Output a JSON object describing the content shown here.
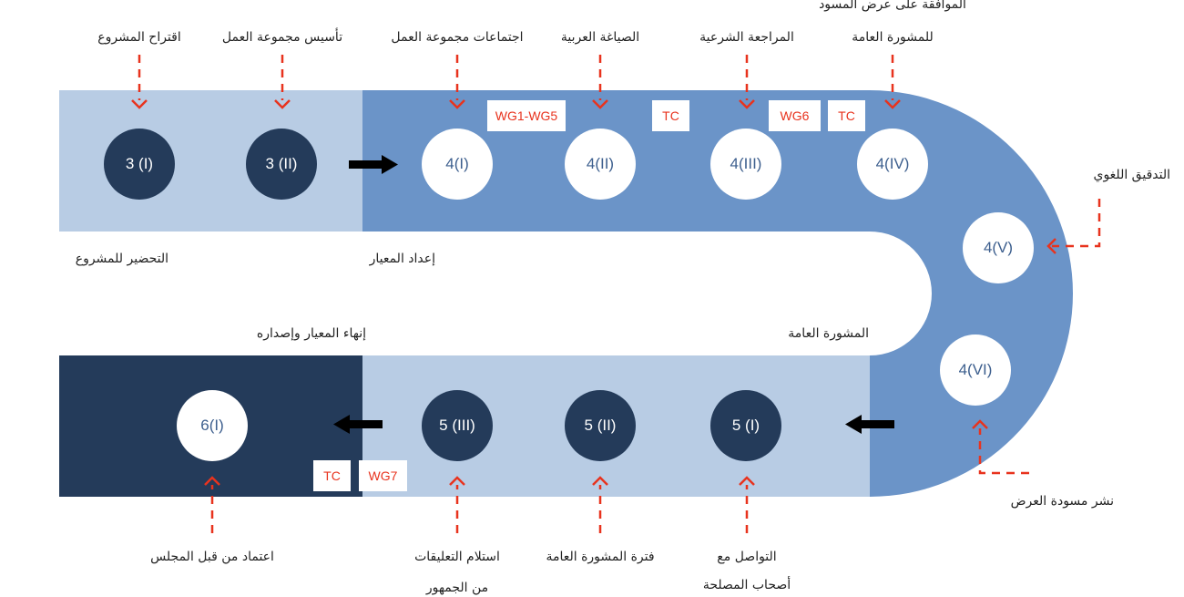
{
  "phases": {
    "preparation": "التحضير للمشروع",
    "development": "إعداد المعيار",
    "consultation": "المشورة العامة",
    "finalization": "إنهاء المعيار وإصداره"
  },
  "stages": {
    "s3_1": "3 (I)",
    "s3_2": "3 (II)",
    "s4_1": "4(I)",
    "s4_2": "4(II)",
    "s4_3": "4(III)",
    "s4_4": "4(IV)",
    "s4_5": "4(V)",
    "s4_6": "4(VI)",
    "s5_1": "5 (I)",
    "s5_2": "5 (II)",
    "s5_3": "5 (III)",
    "s6_1": "6(I)"
  },
  "tags": {
    "wg1_wg5": "WG1-WG5",
    "tc_a": "TC",
    "wg6": "WG6",
    "tc_b": "TC",
    "tc_c": "TC",
    "wg7": "WG7"
  },
  "labels": {
    "proposal": "اقتراح المشروع",
    "wg_formation": "تأسيس مجموعة العمل",
    "wg_meetings": "اجتماعات مجموعة العمل",
    "arabic_drafting": "الصياغة العربية",
    "sharia_review": "المراجعة الشرعية",
    "approval_line1": "الموافقة على عرض المسود",
    "approval_line2": "للمشورة العامة",
    "linguistic_check": "التدقيق اللغوي",
    "exposure_draft": "نشر مسودة العرض",
    "stakeholders_line1": "التواصل مع",
    "stakeholders_line2": "أصحاب المصلحة",
    "consultation_period": "فترة المشورة العامة",
    "comments_line1": "استلام التعليقات",
    "comments_line2": "من الجمهور",
    "board_approval": "اعتماد من قبل المجلس"
  },
  "colors": {
    "light_band": "#b8cce4",
    "mid_band": "#6b94c8",
    "dark_band": "#243b5a",
    "dark_circle": "#243b5a",
    "accent_red": "#e8331e"
  }
}
